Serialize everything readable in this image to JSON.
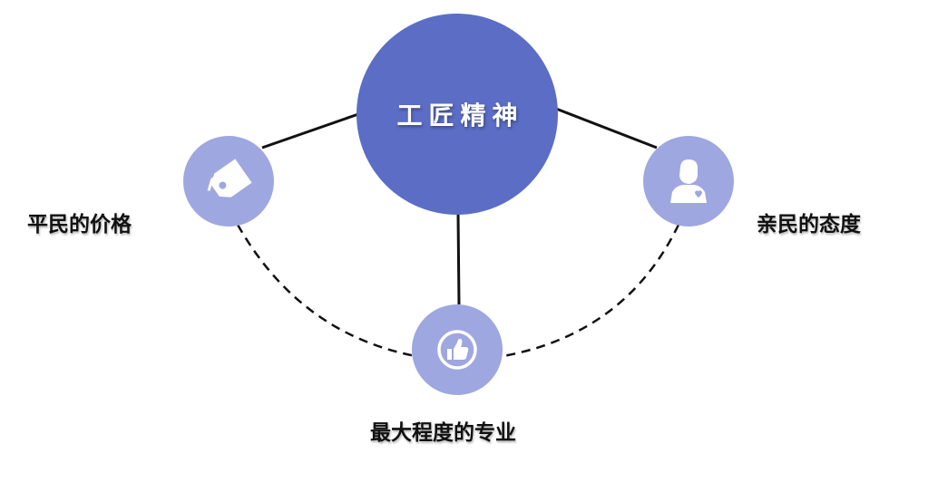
{
  "center": {
    "label": "工匠精神",
    "color": "#5b6dc5"
  },
  "nodes": [
    {
      "id": "price",
      "label": "平民的价格",
      "icon": "price-tag-icon",
      "color": "#9ea7e0"
    },
    {
      "id": "attitude",
      "label": "亲民的态度",
      "icon": "person-heart-icon",
      "color": "#9ea7e0"
    },
    {
      "id": "pro",
      "label": "最大程度的专业",
      "icon": "thumbs-up-icon",
      "color": "#9ea7e0"
    }
  ],
  "connector_color": "#111111"
}
